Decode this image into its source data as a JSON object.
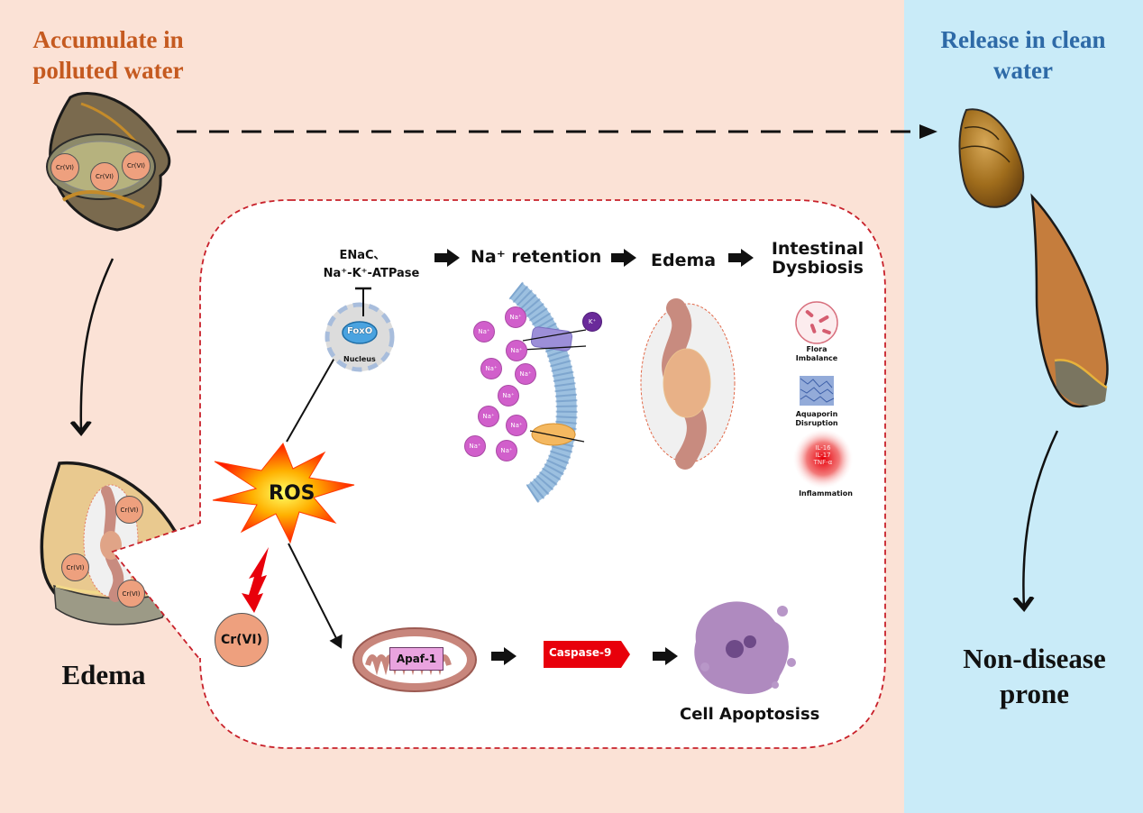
{
  "panels": {
    "left_title": "Accumulate in polluted water",
    "right_title": "Release in clean water",
    "left_bottom_label": "Edema",
    "right_bottom_label": "Non-disease prone"
  },
  "colors": {
    "polluted_bg": "#fbe2d6",
    "clean_bg": "#c9ebf8",
    "left_title": "#c55a20",
    "right_title": "#2e6aa7",
    "callout_border": "#c8202a",
    "caspase_fill": "#e8000b",
    "apaf_fill": "#e9a3df",
    "sodium_ion": "#d15fcb",
    "potassium_ion": "#6a2a9a",
    "crvi": "#eea07e"
  },
  "snail_polluted": {
    "icon": "snail-shell-icon",
    "crvi_labels": [
      "Cr(VI)",
      "Cr(VI)",
      "Cr(VI)"
    ]
  },
  "snail_edema": {
    "icon": "snail-edema-icon",
    "crvi_labels": [
      "Cr(VI)",
      "Cr(VI)",
      "Cr(VI)"
    ]
  },
  "callout": {
    "ros_label": "ROS",
    "crvi_label": "Cr(VI)",
    "foxo_label": "FoxO",
    "nucleus_label": "Nucleus",
    "inhibited_target_line1": "ENaC、",
    "inhibited_target_line2": "Na⁺-K⁺-ATPase",
    "flow_top": [
      "Na⁺ retention",
      "Edema",
      "Intestinal Dysbiosis"
    ],
    "sodium_ion_label": "Na⁺",
    "sodium_ion_count": 10,
    "potassium_ion_label": "K⁺",
    "dysbiosis_items": [
      {
        "label_line1": "Flora",
        "label_line2": "Imbalance",
        "icon": "bacteria-icon"
      },
      {
        "label_line1": "Aquaporin",
        "label_line2": "Disruption",
        "icon": "protein-structure-icon"
      },
      {
        "label_line1": "Inflammation",
        "label_line2": "",
        "icon": "inflammation-icon",
        "cytokines": [
          "IL-16",
          "IL-17",
          "TNF-α"
        ]
      }
    ],
    "apaf_label": "Apaf-1",
    "caspase_label": "Caspase-9",
    "apoptosis_label": "Cell Apoptosiss"
  }
}
